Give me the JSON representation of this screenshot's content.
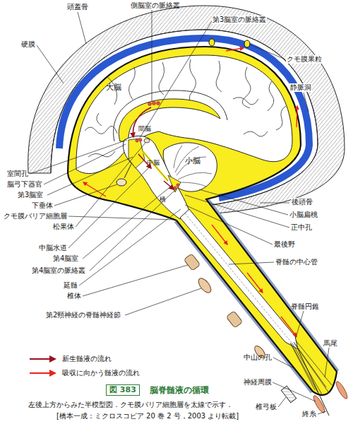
{
  "diagram": {
    "title": "脳脊髄液の循環",
    "caption": "左後上方からみた半模型図．クモ膜バリア細胞層を太線で示す．",
    "labels": [
      "頭蓋骨",
      "側脳室の脈絡叢",
      "第3脳室の脈絡叢",
      "硬膜",
      "クモ膜果粒",
      "静脈洞",
      "大脳",
      "室間孔",
      "脳弓下器官",
      "間脳",
      "中脳",
      "小脳",
      "第3脳室",
      "下垂体",
      "クモ膜バリア細胞層",
      "松果体",
      "後頭骨",
      "小脳扁桃",
      "橋",
      "正中孔",
      "中脳水道",
      "最後野",
      "第4脳室",
      "脊髄の中心管",
      "第4脳室の脈絡叢",
      "延髄",
      "椎体",
      "脊髄円錐",
      "第2頸神経の脊髄神経節",
      "馬尾",
      "中山の孔",
      "神経周膜",
      "椎弓板",
      "終糸",
      "図 383",
      "[橋本一成：ミクロスコピア 20 巻 2 号，2003 より転載]"
    ],
    "legend": [
      {
        "text": "新生髄液の流れ"
      },
      {
        "text": "吸収に向かう髄液の流れ"
      }
    ]
  }
}
